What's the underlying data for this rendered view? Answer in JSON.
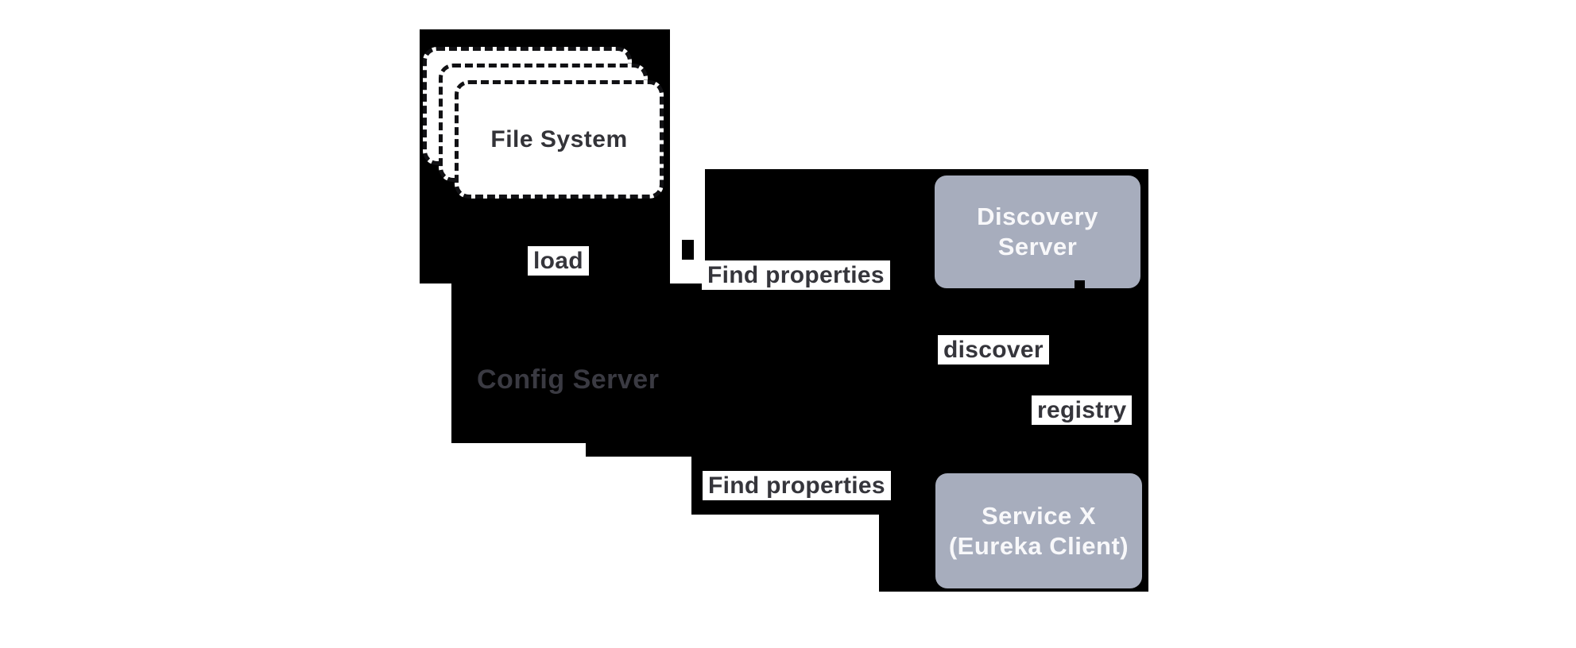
{
  "palette": {
    "background": "#ffffff",
    "ink": "#000000",
    "node_fill": "#a7adbd",
    "node_text": "#f8f8fa",
    "label_text": "#35353b",
    "config_text": "#3a3a42",
    "file_system_text": "#333338"
  },
  "nodes": {
    "file_system": {
      "label": "File System"
    },
    "config_server": {
      "label": "Config Server"
    },
    "discovery_server": {
      "line1": "Discovery",
      "line2": "Server"
    },
    "service_x": {
      "line1": "Service X",
      "line2": "(Eureka Client)"
    }
  },
  "edge_labels": {
    "load": "load",
    "find_properties_top": "Find properties",
    "find_properties_bottom": "Find properties",
    "discover": "discover",
    "registry": "registry"
  }
}
